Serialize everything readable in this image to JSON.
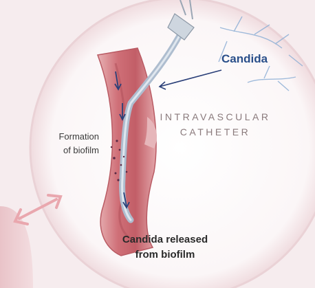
{
  "labels": {
    "candida": "Candida",
    "catheter": [
      "INTRAVASCULAR",
      "CATHETER"
    ],
    "biofilm_formation": [
      "Formation",
      "of biofilm"
    ],
    "candida_released": [
      "Candida released",
      "from biofilm"
    ]
  },
  "colors": {
    "background": "#f6ecee",
    "circle_fill": "#fdfbfb",
    "circle_edge": "#e9cdd2",
    "vessel": "#d8848a",
    "vessel_dark": "#b55a62",
    "catheter": "#b8c4d2",
    "candida": "#8fb0d6",
    "arrow": "#e8a6ac",
    "label_blue": "#2a4f8a"
  },
  "icons": [
    "hyphae-icon",
    "double-arrow-icon",
    "pointer-arrow-icon",
    "flow-arrow-icon"
  ]
}
